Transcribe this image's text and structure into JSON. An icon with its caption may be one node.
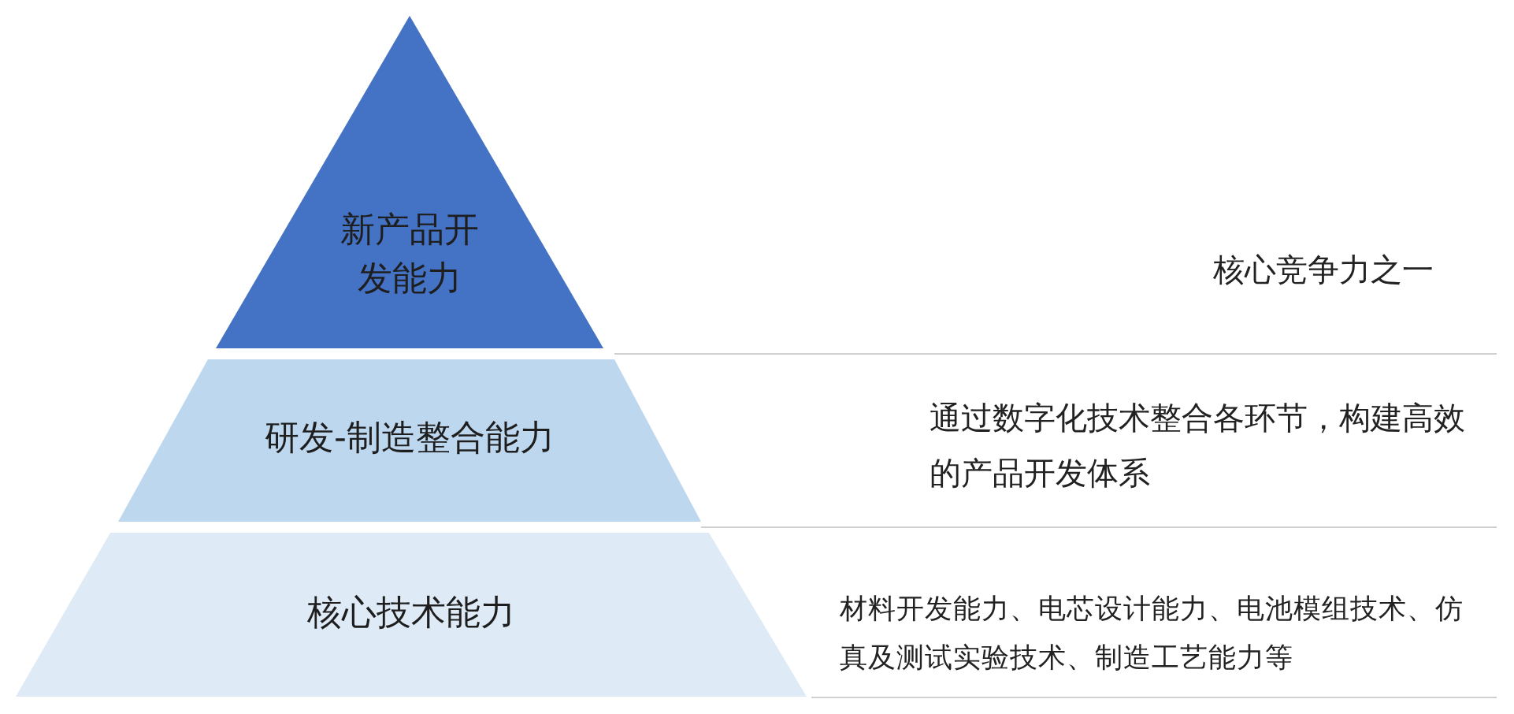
{
  "diagram": {
    "nodes": [
      {
        "text": [
          "新产品开发能力"
        ]
      },
      {
        "text": [
          "研发-制造整合能力"
        ]
      },
      {
        "text": [
          "核心技术能力"
        ]
      }
    ],
    "labels": [
      "核心竞争力之一",
      "通过数字化技术整合各环节，构建高效的产品开发体系",
      "材料开发能力、电芯设计能力、电池模组技术、仿真及测试实验技术、制造工艺能力等"
    ]
  }
}
